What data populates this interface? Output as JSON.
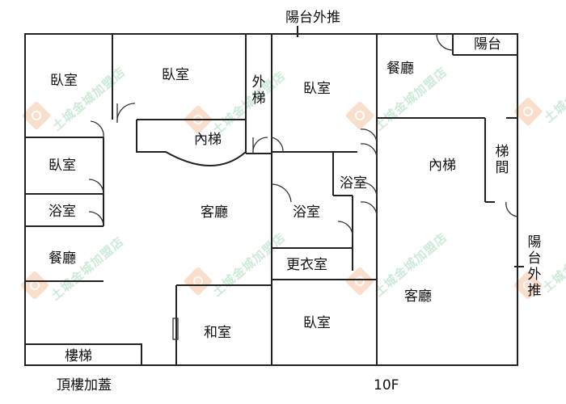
{
  "title_balcony_top": "陽台外推",
  "title_balcony_right": "陽台外推",
  "left_unit": {
    "caption": "頂樓加蓋",
    "rooms": {
      "bedroom_1": "臥室",
      "bedroom_2": "臥室",
      "bedroom_3": "臥室",
      "bathroom": "浴室",
      "dining": "餐廳",
      "living": "客廳",
      "inner_stairs": "內梯",
      "outer_stairs": "外梯",
      "tatami": "和室",
      "staircase": "樓梯"
    }
  },
  "right_unit": {
    "caption": "10F",
    "rooms": {
      "bedroom_1": "臥室",
      "bedroom_2": "臥室",
      "bathroom_1": "浴室",
      "bathroom_2": "浴室",
      "dressing": "更衣室",
      "dining": "餐廳",
      "balcony": "陽台",
      "inner_stairs": "內梯",
      "stairwell": "梯間",
      "living": "客廳"
    }
  },
  "watermark": {
    "text": "土城金城加盟店"
  },
  "colors": {
    "wall": "#222222",
    "watermark_text": "#78c896",
    "watermark_logo": "#f0a06e"
  }
}
